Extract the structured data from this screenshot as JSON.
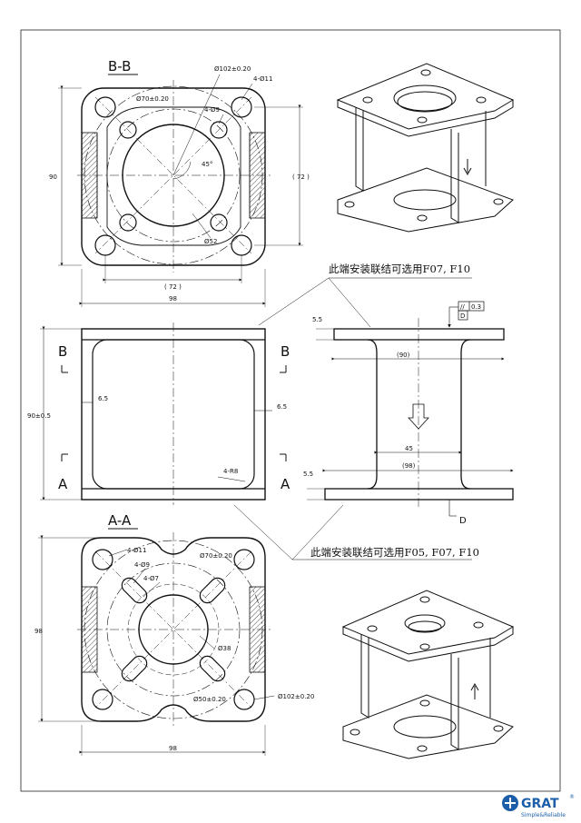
{
  "sections": {
    "bb_title": "B-B",
    "aa_title": "A-A",
    "marker_b": "B",
    "marker_a": "A",
    "datum_d": "D"
  },
  "notes": {
    "top_note": "此端安装联结可选用F07, F10",
    "bottom_note": "此端安装联结可选用F05, F07, F10"
  },
  "bb_view": {
    "d_pcd": "Ø102±0.20",
    "holes_11": "4-Ø11",
    "d_70": "Ø70±0.20",
    "holes_9": "4-Ø9",
    "angle": "45°",
    "d_52": "Ø52",
    "height": "90",
    "right_72": "( 72 )",
    "bottom_72": "( 72 )",
    "width": "98"
  },
  "front_view": {
    "height": "90±0.5",
    "inner_l": "6.5",
    "inner_r": "6.5",
    "radius": "4-R8"
  },
  "side_view": {
    "top_55": "5.5",
    "gap_90": "(90)",
    "center_45": "45",
    "gap_98": "(98)",
    "bottom_55": "5.5",
    "tol_sym": "//",
    "tol_value": "0.3",
    "tol_datum": "D"
  },
  "aa_view": {
    "holes_11": "4-Ø11",
    "holes_9": "4-Ø9",
    "holes_7": "4-Ø7",
    "d_70": "Ø70±0.20",
    "d_38": "Ø38",
    "d_50": "Ø50±0.20",
    "d_pcd": "Ø102±0.20",
    "height": "98",
    "width": "98"
  },
  "logo": {
    "name": "GRAT",
    "reg": "®",
    "tagline": "Simple&Reliable",
    "color": "#1c5fa8"
  }
}
